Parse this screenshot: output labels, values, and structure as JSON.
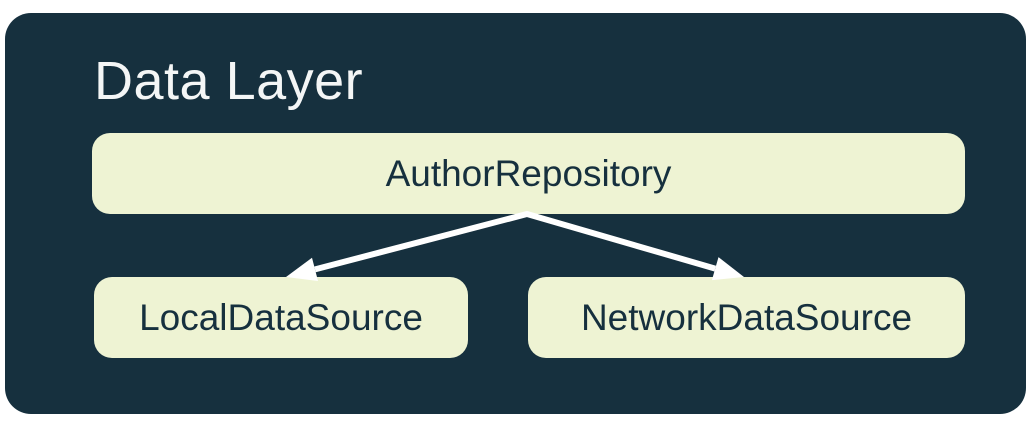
{
  "diagram": {
    "title": "Data Layer",
    "nodes": [
      {
        "id": "repository",
        "label": "AuthorRepository"
      },
      {
        "id": "local",
        "label": "LocalDataSource"
      },
      {
        "id": "network",
        "label": "NetworkDataSource"
      }
    ],
    "edges": [
      {
        "from": "repository",
        "to": "local"
      },
      {
        "from": "repository",
        "to": "network"
      }
    ]
  },
  "colors": {
    "page-bg": "#FFFFFF",
    "card-bg": "#16303E",
    "node-bg": "#EEF3D3",
    "node-text": "#16303E",
    "title-color": "#F4F6F6",
    "arrow": "#FFFFFF"
  }
}
